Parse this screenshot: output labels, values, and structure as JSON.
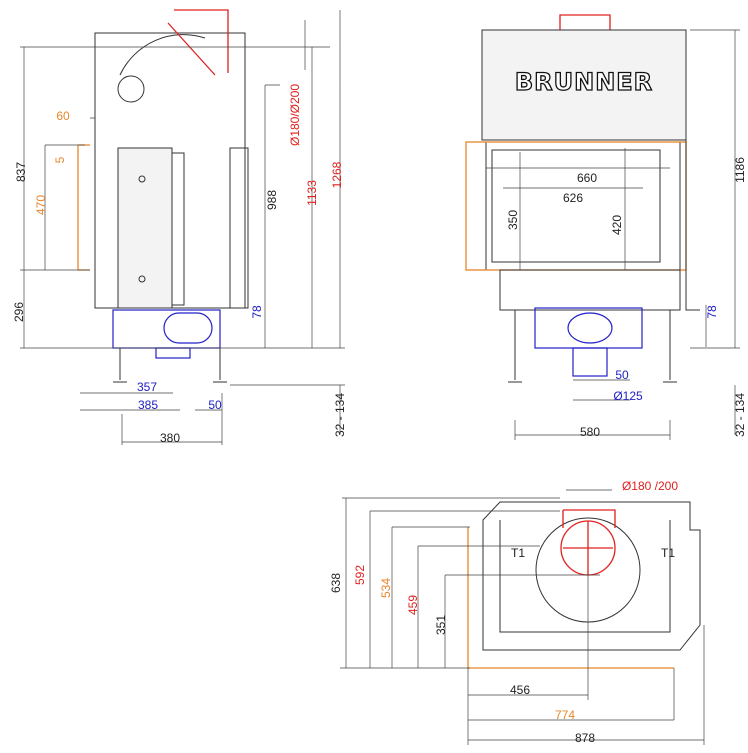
{
  "side_view": {
    "dims_black": {
      "h837": "837",
      "h296": "296",
      "h988": "988",
      "w380": "380",
      "feet": "32 - 134"
    },
    "dims_orange": {
      "d60": "60",
      "d5": "5",
      "h470": "470"
    },
    "dims_red": {
      "flue": "Ø180/Ø200",
      "h1133": "1133",
      "h1268": "1268"
    },
    "dims_blue": {
      "h78": "78",
      "w357": "357",
      "w385": "385",
      "w50": "50"
    }
  },
  "front_view": {
    "logo": "BRUNNER",
    "dims_black": {
      "w660": "660",
      "w626": "626",
      "h350": "350",
      "h420": "420",
      "w580": "580",
      "h1186": "1186",
      "feet": "32 - 134"
    },
    "dims_blue": {
      "h78": "78",
      "w50": "50",
      "d125": "Ø125"
    }
  },
  "plan_view": {
    "flue": "Ø180 /200",
    "t1_left": "T1",
    "t1_right": "T1",
    "dims_black": {
      "d638": "638",
      "d351": "351",
      "w456": "456",
      "w878": "878"
    },
    "dims_red": {
      "d592": "592",
      "d459": "459"
    },
    "dims_orange": {
      "d534": "534",
      "w774": "774"
    }
  },
  "colors": {
    "red": "#e0201e",
    "orange": "#e8862a",
    "blue": "#2020c8"
  }
}
